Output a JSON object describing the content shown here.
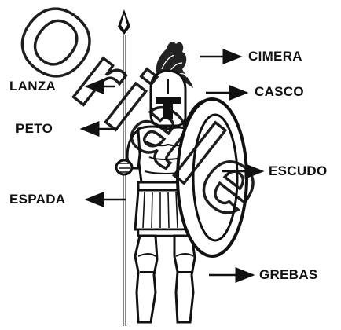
{
  "diagram": {
    "labels": {
      "cimera": "CIMERA",
      "casco": "CASCO",
      "lanza": "LANZA",
      "peto": "PETO",
      "escudo": "ESCUDO",
      "espada": "ESPADA",
      "grebas": "GREBAS"
    },
    "watermark": "Oriale"
  },
  "colors": {
    "ink": "#111111",
    "watermark": "#111111",
    "background": "#ffffff"
  }
}
